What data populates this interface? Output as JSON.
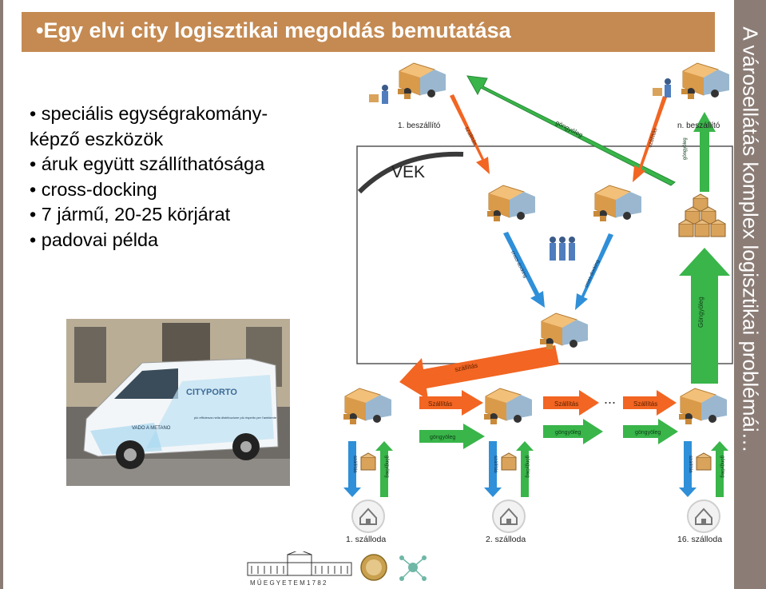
{
  "title": "•Egy elvi city logisztikai megoldás bemutatása",
  "side_text": "A városellátás komplex logisztikai problémái…",
  "bullets": [
    "• speciális egységrakomány-",
    "képző eszközök",
    "• áruk együtt szállíthatósága",
    "• cross-docking",
    "• 7 jármű, 20-25 körjárat",
    "• padovai példa"
  ],
  "photo": {
    "van_logo": "CITYPORTO",
    "van_side_text": "VADO A METANO",
    "van_slogan": "più efficienza nella distribuzione più rispetto per l'ambiente"
  },
  "diagram": {
    "supplier_first": "1. beszállító",
    "supplier_n": "n. beszállító",
    "center": "VEK",
    "arrow_szallitas": "szállítás",
    "arrow_gongyoleg": "göngyöleg",
    "arrow_cross_docking": "cross-docking",
    "ellipsis": "...",
    "hotel_first": "1. szálloda",
    "hotel_second": "2. szálloda",
    "hotel_last": "16. szálloda",
    "label_Szallitas": "Szállítás",
    "label_Gongyoleg": "Göngyöleg"
  },
  "footer": {
    "university": "M Ű E G Y E T E M   1 7 8 2"
  },
  "colors": {
    "title_bg": "#c48a52",
    "side_band": "#8b7d76",
    "orange_arrow": "#f26522",
    "green_arrow": "#39b54a",
    "blue_arrow": "#2f8fd8"
  }
}
